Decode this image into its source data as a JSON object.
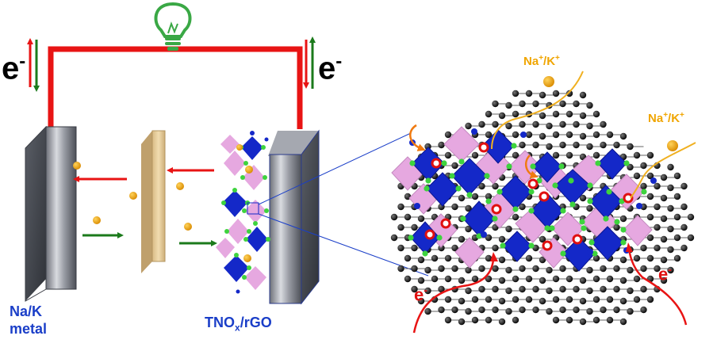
{
  "labels": {
    "electron_left": "e",
    "electron_right": "e",
    "electron_superscript": "-",
    "anode_line1": "Na/K",
    "anode_line2": "metal",
    "cathode_main": "TNO",
    "cathode_sub": "x",
    "cathode_rest": "/rGO",
    "ion_top_main": "Na",
    "ion_top_sup1": "+",
    "ion_top_mid": "/K",
    "ion_top_sup2": "+",
    "ion_right_main": "Na",
    "ion_right_sup1": "+",
    "ion_right_mid": "/K",
    "ion_right_sup2": "+",
    "electron_bottom_left": "e",
    "electron_bottom_right": "e"
  },
  "colors": {
    "circuit_wire": "#e81414",
    "arrow_red": "#e81414",
    "arrow_green": "#1b7a1b",
    "ion_dot": "#f0a500",
    "ion_path": "#f0b020",
    "bulb": "#3aa845",
    "octahedron_blue": "#1428c8",
    "octahedron_pink": "#e6a8e0",
    "oxygen_green": "#3ed33e",
    "graphene_atom": "#111111",
    "zoom_line": "#1a3ec8",
    "label_blue": "#1a3ec8",
    "label_orange": "#f0a500",
    "label_red": "#e01010"
  },
  "icons": [
    "light-bulb-icon"
  ]
}
